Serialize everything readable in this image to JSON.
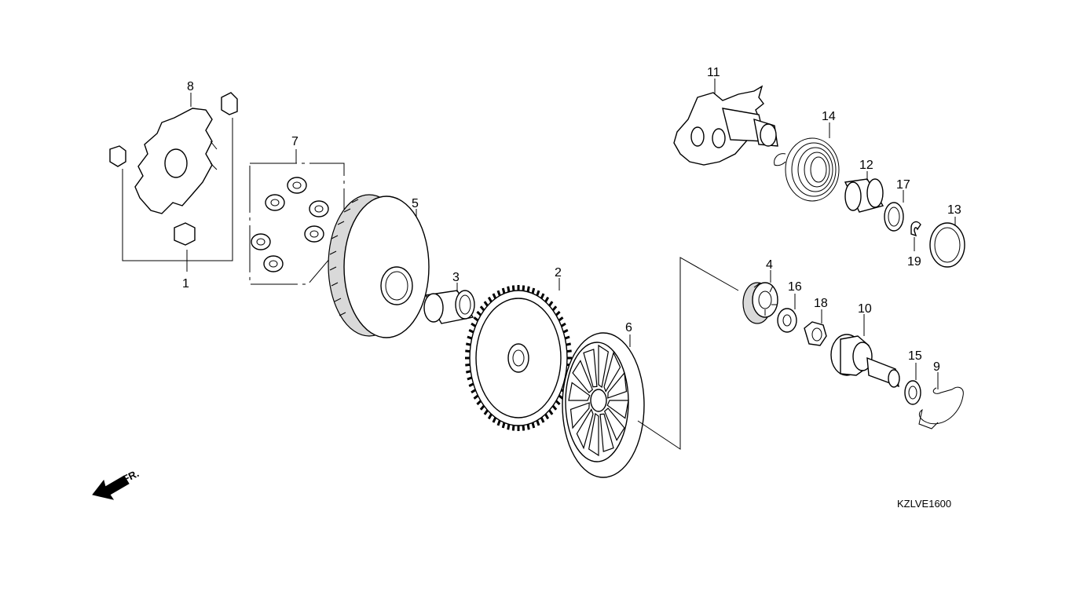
{
  "diagram": {
    "code": "KZLVE1600",
    "direction_label": "FR.",
    "callouts": [
      {
        "id": "c1",
        "text": "1"
      },
      {
        "id": "c2",
        "text": "2"
      },
      {
        "id": "c3",
        "text": "3"
      },
      {
        "id": "c4",
        "text": "4"
      },
      {
        "id": "c5",
        "text": "5"
      },
      {
        "id": "c6",
        "text": "6"
      },
      {
        "id": "c7",
        "text": "7"
      },
      {
        "id": "c8",
        "text": "8"
      },
      {
        "id": "c9",
        "text": "9"
      },
      {
        "id": "c10",
        "text": "10"
      },
      {
        "id": "c11",
        "text": "11"
      },
      {
        "id": "c12",
        "text": "12"
      },
      {
        "id": "c13",
        "text": "13"
      },
      {
        "id": "c14",
        "text": "14"
      },
      {
        "id": "c15",
        "text": "15"
      },
      {
        "id": "c16",
        "text": "16"
      },
      {
        "id": "c17",
        "text": "17"
      },
      {
        "id": "c18",
        "text": "18"
      },
      {
        "id": "c19",
        "text": "19"
      }
    ],
    "colors": {
      "line": "#000000",
      "background": "#ffffff",
      "shade": "#d9d9d9"
    }
  }
}
